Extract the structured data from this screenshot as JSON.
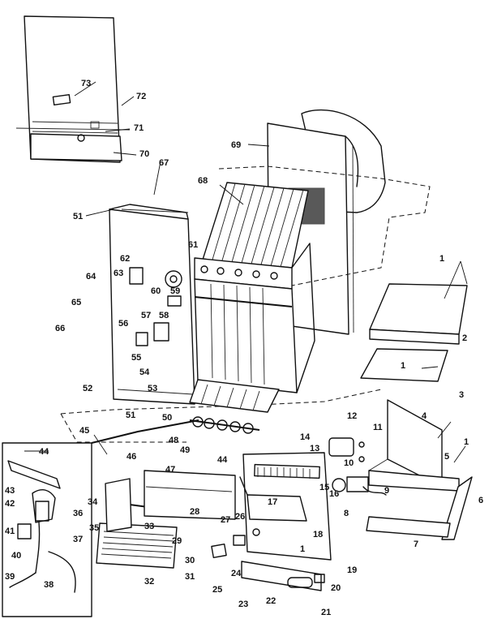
{
  "diagram": {
    "callouts": [
      "1",
      "2",
      "3",
      "4",
      "5",
      "6",
      "7",
      "8",
      "9",
      "10",
      "11",
      "12",
      "13",
      "14",
      "15",
      "16",
      "17",
      "18",
      "19",
      "20",
      "21",
      "22",
      "23",
      "24",
      "25",
      "26",
      "27",
      "28",
      "29",
      "30",
      "31",
      "32",
      "33",
      "34",
      "35",
      "36",
      "37",
      "38",
      "39",
      "40",
      "41",
      "42",
      "43",
      "44",
      "45",
      "46",
      "47",
      "48",
      "49",
      "50",
      "51",
      "52",
      "53",
      "54",
      "55",
      "56",
      "57",
      "58",
      "59",
      "60",
      "61",
      "62",
      "63",
      "64",
      "65",
      "66",
      "67",
      "68",
      "69",
      "70",
      "71",
      "72",
      "73"
    ]
  }
}
